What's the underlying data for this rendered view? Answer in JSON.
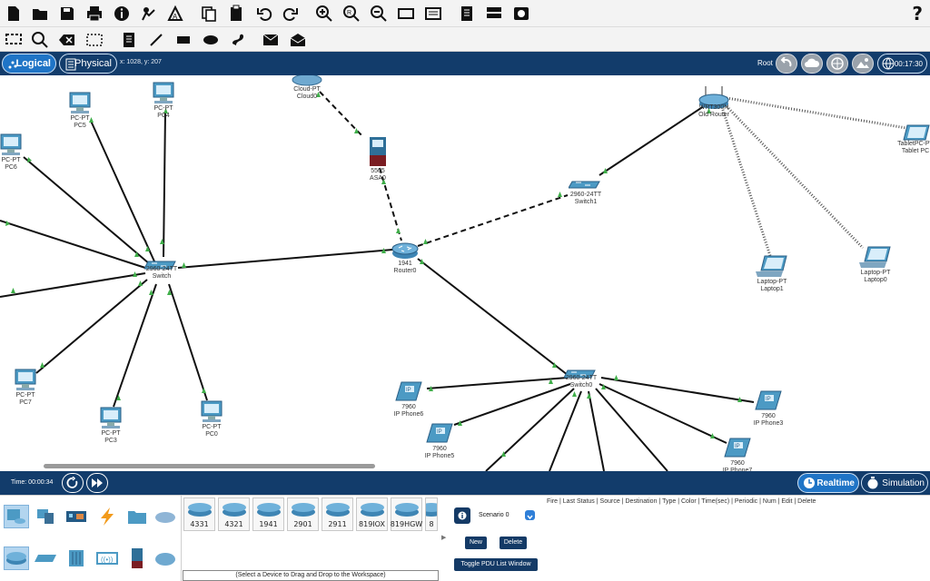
{
  "toolbar": {
    "help_label": "?"
  },
  "tabs": {
    "logical": "Logical",
    "physical": "Physical"
  },
  "status": {
    "coords": "x: 1028, y: 207",
    "root": "Root",
    "clock": "00:17:30"
  },
  "devices": {
    "pc5": "PC-PT\nPC5",
    "pc4": "PC-PT\nPC4",
    "pc6": "PC-PT\nPC6",
    "pc7": "PC-PT\nPC7",
    "pc3": "PC-PT\nPC3",
    "pc0": "PC-PT\nPC0",
    "cloud": "Cloud-PT\nCloud0",
    "asa": "5505\nASA0",
    "switch1": "2960-24TT\nSwitch1",
    "router0": "1941\nRouter0",
    "switch_left": "2960-24TT\nSwitch",
    "switch0": "2960-24TT\nSwitch0",
    "wrt": "WRT300N\nOld Router",
    "tablet": "TabletPC-PT\nTablet PC",
    "laptop1": "Laptop-PT\nLaptop1",
    "laptop0": "Laptop-PT\nLaptop0",
    "phone6": "7960\nIP Phone6",
    "phone5": "7960\nIP Phone5",
    "phone3": "7960\nIP Phone3",
    "phone7": "7960\nIP Phone7"
  },
  "timebar": {
    "time": "Time: 00:00:34",
    "realtime": "Realtime",
    "simulation": "Simulation"
  },
  "models": [
    "4331",
    "4321",
    "1941",
    "2901",
    "2911",
    "819IOX",
    "819HGW",
    "8"
  ],
  "hint": "(Select a Device to Drag and Drop to the Workspace)",
  "scenario": {
    "name": "Scenario 0",
    "new": "New",
    "delete": "Delete",
    "toggle": "Toggle PDU List Window"
  },
  "pdu_columns": [
    "Fire",
    "Last Status",
    "Source",
    "Destination",
    "Type",
    "Color",
    "Time(sec)",
    "Periodic",
    "Num",
    "Edit",
    "Delete"
  ],
  "colors": {
    "navy": "#123c6b",
    "accent": "#1f74c6",
    "link_up": "#3fae49",
    "device": "#4c9ac4"
  }
}
